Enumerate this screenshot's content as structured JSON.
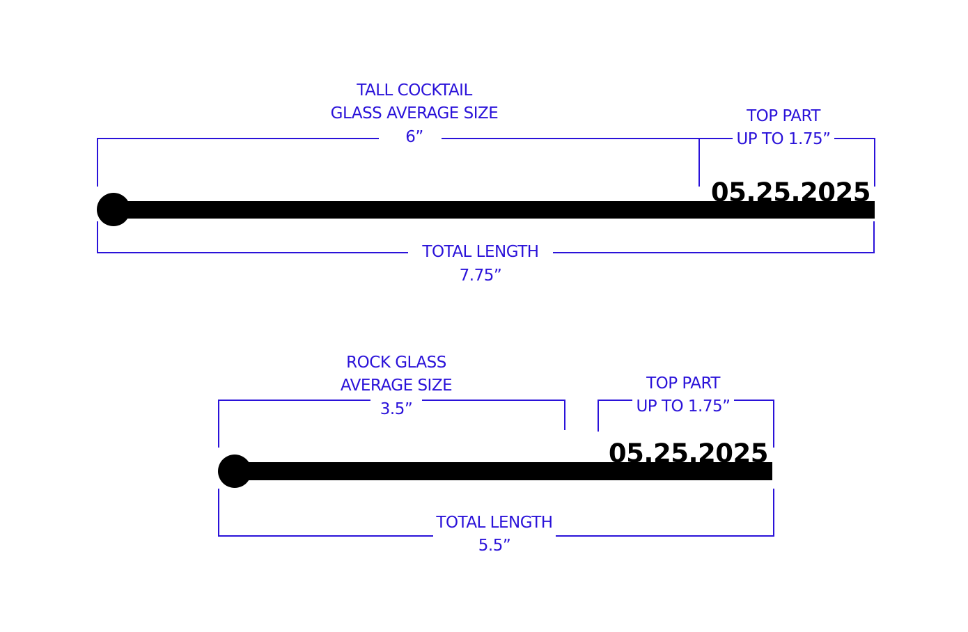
{
  "colors": {
    "dimension": "#2a12d9",
    "stirrer": "#000000",
    "background": "#ffffff"
  },
  "stirrers": [
    {
      "glass_label": {
        "line1": "TALL COCKTAIL",
        "line2": "GLASS AVERAGE SIZE",
        "value": "6”"
      },
      "top_part": {
        "line1": "TOP PART",
        "value": "UP TO 1.75”"
      },
      "engraving": "05.25.2025",
      "total_length": {
        "label": "TOTAL LENGTH",
        "value": "7.75”"
      }
    },
    {
      "glass_label": {
        "line1": "ROCK GLASS",
        "line2": "AVERAGE SIZE",
        "value": "3.5”"
      },
      "top_part": {
        "line1": "TOP PART",
        "value": "UP TO 1.75”"
      },
      "engraving": "05.25.2025",
      "total_length": {
        "label": "TOTAL LENGTH",
        "value": "5.5”"
      }
    }
  ]
}
